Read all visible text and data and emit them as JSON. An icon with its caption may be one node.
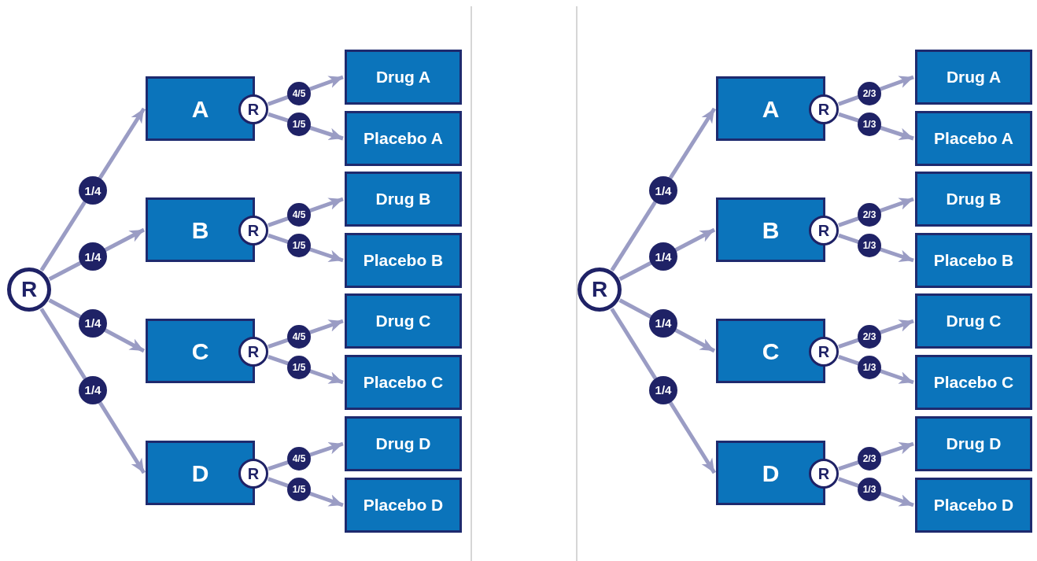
{
  "diagram": {
    "nodes": [
      {
        "text": [
          "R"
        ]
      },
      {
        "text": [
          "A"
        ]
      },
      {
        "text": [
          "R"
        ]
      },
      {
        "text": [
          "Drug A"
        ]
      },
      {
        "text": [
          "Placebo A"
        ]
      },
      {
        "text": [
          "B"
        ]
      },
      {
        "text": [
          "R"
        ]
      },
      {
        "text": [
          "Drug B"
        ]
      },
      {
        "text": [
          "Placebo B"
        ]
      },
      {
        "text": [
          "C"
        ]
      },
      {
        "text": [
          "R"
        ]
      },
      {
        "text": [
          "Drug C"
        ]
      },
      {
        "text": [
          "Placebo C"
        ]
      },
      {
        "text": [
          "D"
        ]
      },
      {
        "text": [
          "R"
        ]
      },
      {
        "text": [
          "Drug D"
        ]
      },
      {
        "text": [
          "Placebo D"
        ]
      },
      {
        "text": [
          "R"
        ]
      },
      {
        "text": [
          "A"
        ]
      },
      {
        "text": [
          "R"
        ]
      },
      {
        "text": [
          "Drug A"
        ]
      },
      {
        "text": [
          "Placebo A"
        ]
      },
      {
        "text": [
          "B"
        ]
      },
      {
        "text": [
          "R"
        ]
      },
      {
        "text": [
          "Drug B"
        ]
      },
      {
        "text": [
          "Placebo B"
        ]
      },
      {
        "text": [
          "C"
        ]
      },
      {
        "text": [
          "R"
        ]
      },
      {
        "text": [
          "Drug C"
        ]
      },
      {
        "text": [
          "Placebo C"
        ]
      },
      {
        "text": [
          "D"
        ]
      },
      {
        "text": [
          "R"
        ]
      },
      {
        "text": [
          "Drug D"
        ]
      },
      {
        "text": [
          "Placebo D"
        ]
      }
    ],
    "edges": [
      {
        "from": 0,
        "to": 1,
        "arrow": "to",
        "label": "1/4"
      },
      {
        "from": 0,
        "to": 5,
        "arrow": "to",
        "label": "1/4"
      },
      {
        "from": 0,
        "to": 9,
        "arrow": "to",
        "label": "1/4"
      },
      {
        "from": 0,
        "to": 13,
        "arrow": "to",
        "label": "1/4"
      },
      {
        "from": 2,
        "to": 3,
        "arrow": "to",
        "label": "4/5"
      },
      {
        "from": 2,
        "to": 4,
        "arrow": "to",
        "label": "1/5"
      },
      {
        "from": 6,
        "to": 7,
        "arrow": "to",
        "label": "4/5"
      },
      {
        "from": 6,
        "to": 8,
        "arrow": "to",
        "label": "1/5"
      },
      {
        "from": 10,
        "to": 11,
        "arrow": "to",
        "label": "4/5"
      },
      {
        "from": 10,
        "to": 12,
        "arrow": "to",
        "label": "1/5"
      },
      {
        "from": 14,
        "to": 15,
        "arrow": "to",
        "label": "4/5"
      },
      {
        "from": 14,
        "to": 16,
        "arrow": "to",
        "label": "1/5"
      },
      {
        "from": 17,
        "to": 18,
        "arrow": "to",
        "label": "1/4"
      },
      {
        "from": 17,
        "to": 22,
        "arrow": "to",
        "label": "1/4"
      },
      {
        "from": 17,
        "to": 26,
        "arrow": "to",
        "label": "1/4"
      },
      {
        "from": 17,
        "to": 30,
        "arrow": "to",
        "label": "1/4"
      },
      {
        "from": 19,
        "to": 20,
        "arrow": "to",
        "label": "2/3"
      },
      {
        "from": 19,
        "to": 21,
        "arrow": "to",
        "label": "1/3"
      },
      {
        "from": 23,
        "to": 24,
        "arrow": "to",
        "label": "2/3"
      },
      {
        "from": 23,
        "to": 25,
        "arrow": "to",
        "label": "1/3"
      },
      {
        "from": 27,
        "to": 28,
        "arrow": "to",
        "label": "2/3"
      },
      {
        "from": 27,
        "to": 29,
        "arrow": "to",
        "label": "1/3"
      },
      {
        "from": 31,
        "to": 32,
        "arrow": "to",
        "label": "2/3"
      },
      {
        "from": 31,
        "to": 33,
        "arrow": "to",
        "label": "1/3"
      }
    ]
  }
}
